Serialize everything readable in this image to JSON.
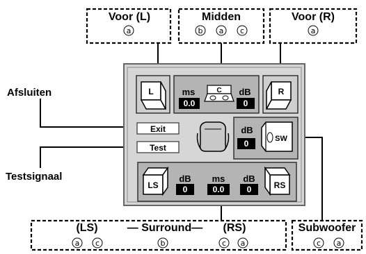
{
  "callouts": {
    "front_left": {
      "title": "Voor (L)",
      "marks": [
        "a"
      ]
    },
    "center": {
      "title": "Midden",
      "marks": [
        "b",
        "a",
        "c"
      ]
    },
    "front_right": {
      "title": "Voor (R)",
      "marks": [
        "a"
      ]
    },
    "surround": {
      "ls_title": "(LS)",
      "title": "— Surround—",
      "rs_title": "(RS)",
      "ls_marks": [
        "a",
        "c"
      ],
      "mid_marks": [
        "b"
      ],
      "rs_marks": [
        "c",
        "a"
      ]
    },
    "subwoofer": {
      "title": "Subwoofer",
      "marks": [
        "c",
        "a"
      ]
    }
  },
  "side_labels": {
    "exit": "Afsluiten",
    "test": "Testsignaal"
  },
  "panel": {
    "front_left_speaker": "L",
    "front_right_speaker": "R",
    "center": {
      "ms_label": "ms",
      "ms_value": "0.0",
      "speaker": "C",
      "db_label": "dB",
      "db_value": "0"
    },
    "exit_button": "Exit",
    "test_button": "Test",
    "subwoofer": {
      "db_label": "dB",
      "db_value": "0",
      "speaker": "SW"
    },
    "rear": {
      "ls_speaker": "LS",
      "ls_db_label": "dB",
      "ls_db_value": "0",
      "ms_label": "ms",
      "ms_value": "0.0",
      "rs_db_label": "dB",
      "rs_db_value": "0",
      "rs_speaker": "RS"
    }
  },
  "colors": {
    "panel_bg": "#d6d6d6",
    "module_bg": "#b4b4b4",
    "value_bg": "#000000"
  }
}
